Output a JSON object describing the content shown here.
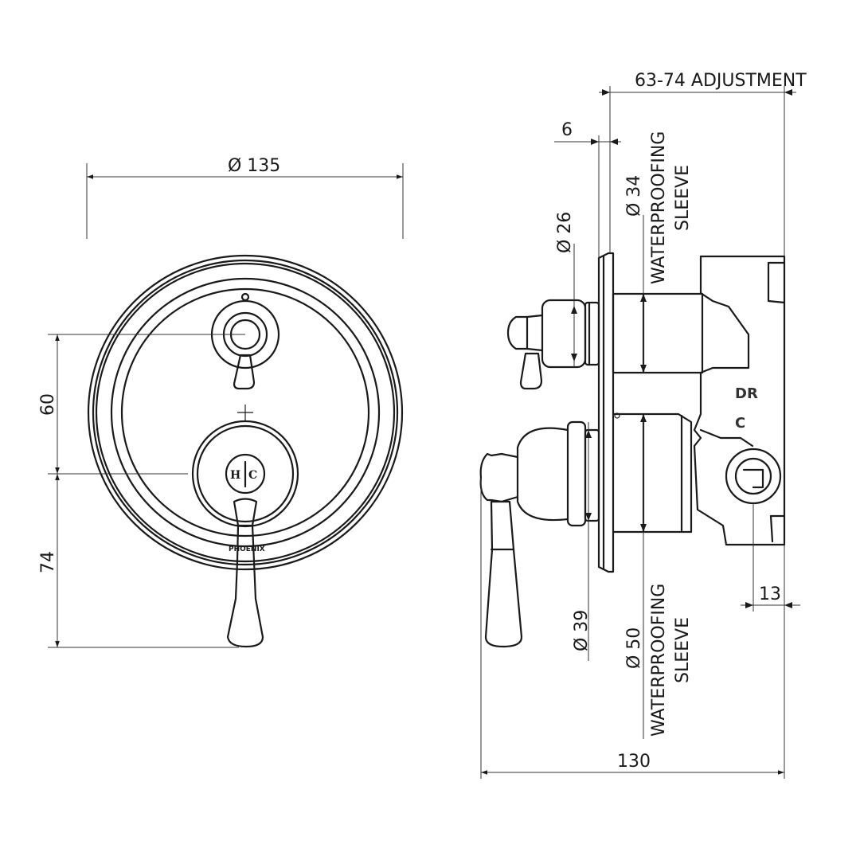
{
  "front_view": {
    "plate_diameter": "Ø 135",
    "diverter_offset": "60",
    "lever_offset": "74",
    "hot_mark": "H",
    "cold_mark": "C",
    "brand_mark": "PHOENIX"
  },
  "side_view": {
    "adjustment": "63-74 ADJUSTMENT",
    "plate_thickness": "6",
    "diverter_diameter": "Ø 26",
    "small_sleeve_diameter": "Ø 34",
    "small_sleeve_line1": "WATERPROOFING",
    "small_sleeve_line2": "SLEEVE",
    "handle_base_diameter": "Ø 39",
    "large_sleeve_diameter": "Ø 50",
    "large_sleeve_line1": "WATERPROOFING",
    "large_sleeve_line2": "SLEEVE",
    "port_offset": "13",
    "total_depth": "130",
    "port_label_dr": "DR",
    "port_label_c": "C"
  }
}
